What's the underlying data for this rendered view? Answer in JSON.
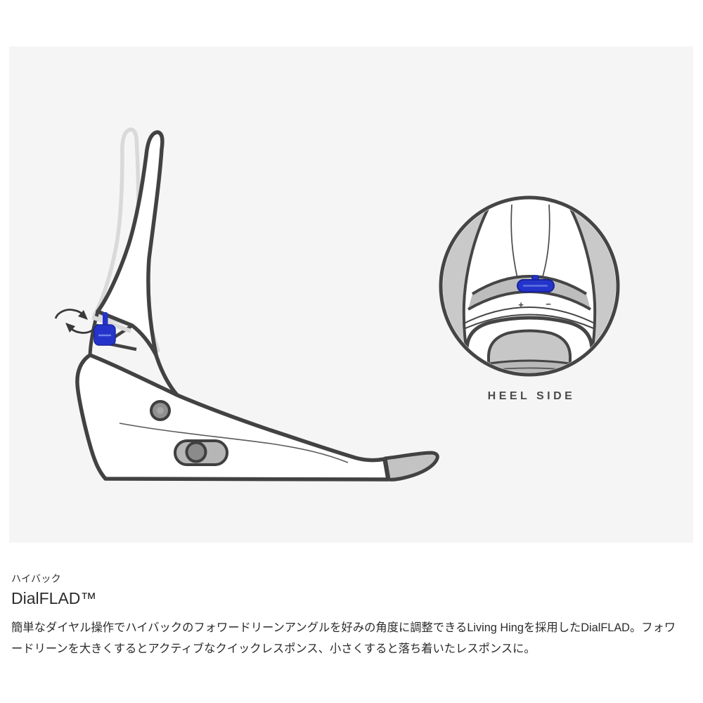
{
  "page": {
    "background": "#ffffff"
  },
  "illustration_panel": {
    "background": "#f5f5f6"
  },
  "diagram": {
    "subject": "snowboard-binding-highback-side-view",
    "accent_color": "#2434cb",
    "outline_color": "#424242",
    "ghost_color": "#d9d9d9",
    "panel_gray": "#c9c9c9",
    "rotation_icon": "rotate-cycle-arrows",
    "detail_view": {
      "caption": "HEEL SIDE",
      "plus_label": "+",
      "minus_label": "−"
    }
  },
  "content": {
    "category_label": "ハイバック",
    "title": "DialFLAD™",
    "description": "簡単なダイヤル操作でハイバックのフォワードリーンアングルを好みの角度に調整できるLiving Hingを採用したDialFLAD。フォワードリーンを大きくするとアクティブなクイックレスポンス、小さくすると落ち着いたレスポンスに。"
  }
}
